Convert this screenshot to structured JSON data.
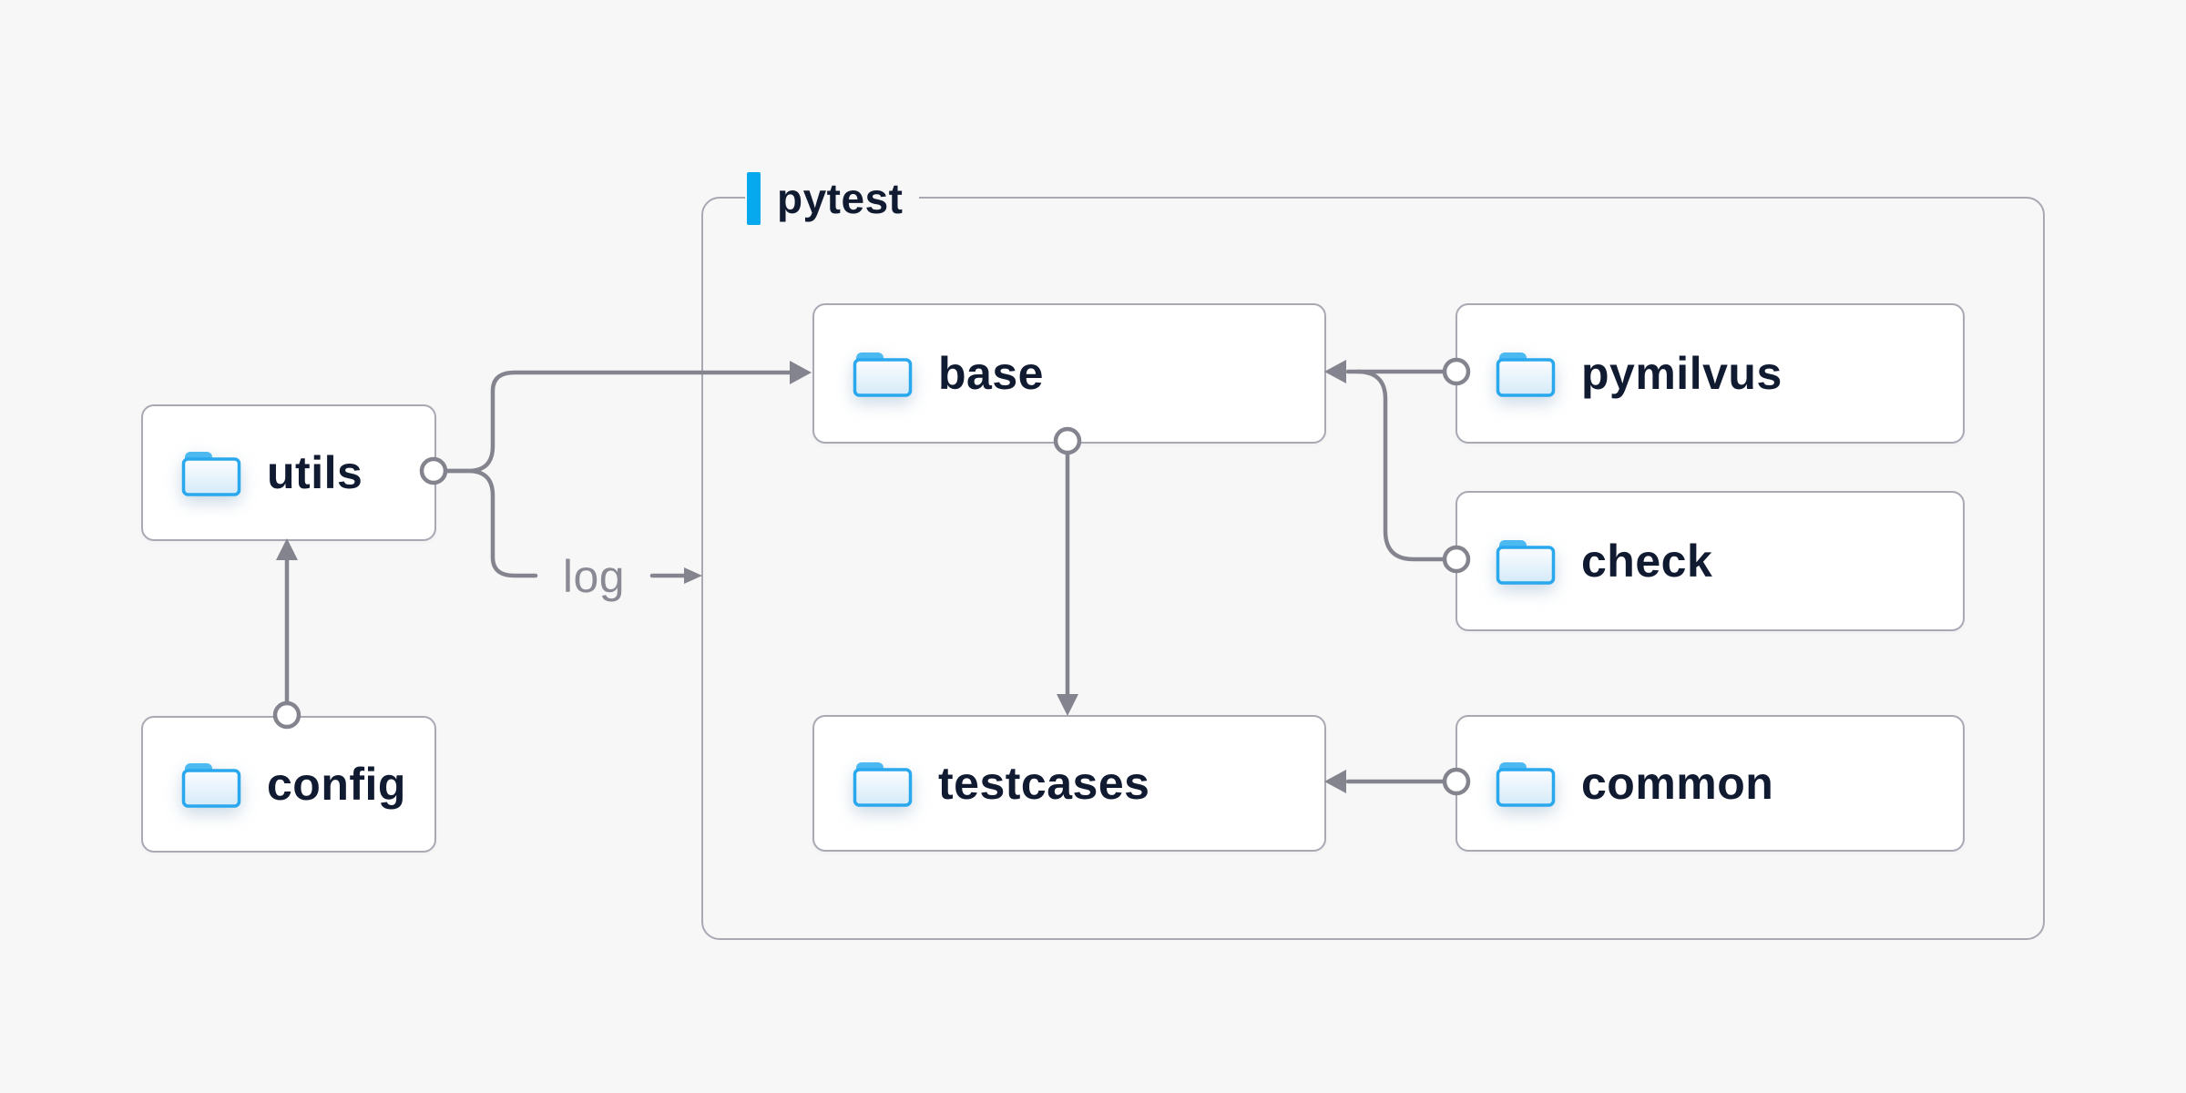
{
  "canvas": {
    "background": "#f7f7f8"
  },
  "group": {
    "label": "pytest"
  },
  "nodes": {
    "utils": {
      "label": "utils"
    },
    "config": {
      "label": "config"
    },
    "base": {
      "label": "base"
    },
    "pymilvus": {
      "label": "pymilvus"
    },
    "check": {
      "label": "check"
    },
    "testcases": {
      "label": "testcases"
    },
    "common": {
      "label": "common"
    }
  },
  "edges": {
    "log_label": "log",
    "list": [
      {
        "from": "config",
        "to": "utils"
      },
      {
        "from": "utils",
        "to": "base"
      },
      {
        "from": "utils",
        "to": "pytest-group",
        "label": "log"
      },
      {
        "from": "pymilvus",
        "to": "base"
      },
      {
        "from": "check",
        "to": "base"
      },
      {
        "from": "base",
        "to": "testcases"
      },
      {
        "from": "common",
        "to": "testcases"
      }
    ]
  },
  "colors": {
    "background": "#f7f7f8",
    "node_fill": "#ffffff",
    "node_border": "#a9a9b4",
    "connector": "#84848e",
    "text_navy": "#101a30",
    "edge_label_gray": "#8a8a94",
    "accent_blue": "#07a9ee",
    "folder_stroke": "#29a8ee",
    "folder_tab": "#4db9f1",
    "folder_fill": "#e9f4fb"
  }
}
